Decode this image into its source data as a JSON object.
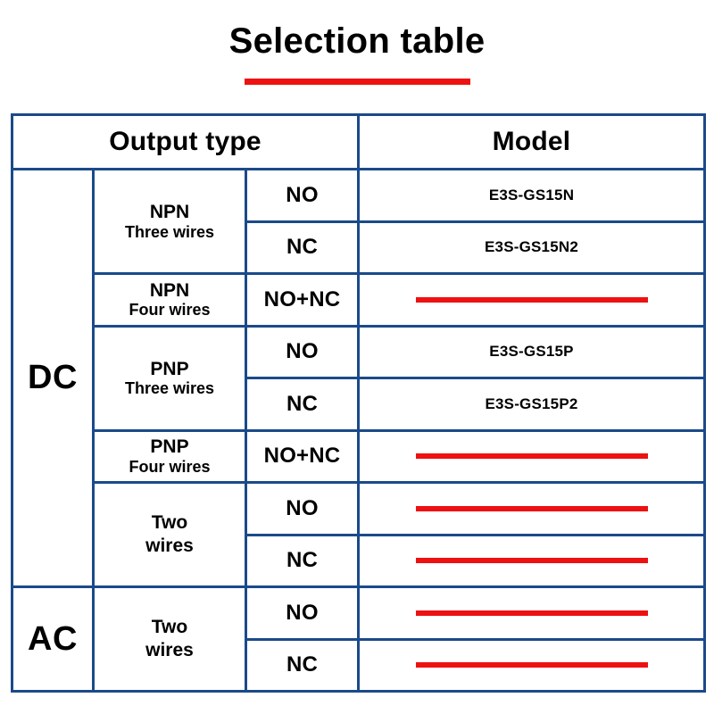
{
  "page": {
    "title": "Selection table",
    "accent_red": "#ee1111",
    "border_blue": "#1a4a8a",
    "background": "#ffffff"
  },
  "table": {
    "headers": {
      "output_type": "Output type",
      "model": "Model"
    },
    "groups": [
      {
        "power": "DC",
        "rows": [
          {
            "type_main": "NPN",
            "type_sub": "Three wires",
            "type_rowspan": 2,
            "contact": "NO",
            "model": "E3S-GS15N",
            "model_redacted": false
          },
          {
            "contact": "NC",
            "model": "E3S-GS15N2",
            "model_redacted": false
          },
          {
            "type_main": "NPN",
            "type_sub": "Four wires",
            "type_rowspan": 1,
            "contact": "NO+NC",
            "model": "",
            "model_redacted": true
          },
          {
            "type_main": "PNP",
            "type_sub": "Three wires",
            "type_rowspan": 2,
            "contact": "NO",
            "model": "E3S-GS15P",
            "model_redacted": false
          },
          {
            "contact": "NC",
            "model": "E3S-GS15P2",
            "model_redacted": false
          },
          {
            "type_main": "PNP",
            "type_sub": "Four wires",
            "type_rowspan": 1,
            "contact": "NO+NC",
            "model": "",
            "model_redacted": true
          },
          {
            "type_two_line1": "Two",
            "type_two_line2": "wires",
            "type_rowspan": 2,
            "contact": "NO",
            "model": "",
            "model_redacted": true
          },
          {
            "contact": "NC",
            "model": "",
            "model_redacted": true
          }
        ]
      },
      {
        "power": "AC",
        "rows": [
          {
            "type_two_line1": "Two",
            "type_two_line2": "wires",
            "type_rowspan": 2,
            "contact": "NO",
            "model": "",
            "model_redacted": true
          },
          {
            "contact": "NC",
            "model": "",
            "model_redacted": true
          }
        ]
      }
    ]
  }
}
